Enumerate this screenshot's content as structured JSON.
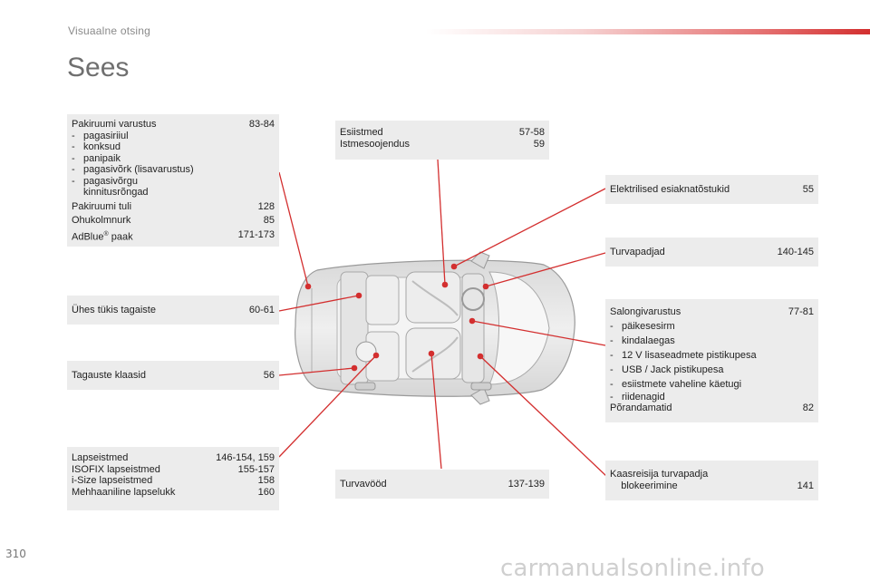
{
  "header": {
    "section": "Visuaalne otsing"
  },
  "title": "Sees",
  "page_number": "310",
  "watermark": "carmanualsonline.info",
  "colors": {
    "accent": "#d32f2f",
    "box_bg": "#ececec",
    "title": "#6f6f6f"
  },
  "boxes": {
    "pakiruumi": {
      "rows": [
        {
          "text": "Pakiruumi varustus",
          "pages": "83-84"
        }
      ],
      "subitems": [
        "pagasiriiul",
        "konksud",
        "panipaik",
        "pagasivõrk (lisavarustus)",
        "pagasivõrgu\nkinnitusrõngad"
      ],
      "rows2": [
        {
          "text": "Pakiruumi tuli",
          "pages": "128"
        },
        {
          "text": "Ohukolmnurk",
          "pages": "85"
        },
        {
          "text": "AdBlue",
          "pages": "171-173",
          "sup": "®",
          "suffix": " paak"
        }
      ]
    },
    "tagaiste": {
      "text": "Ühes tükis tagaiste",
      "pages": "60-61"
    },
    "klaasid": {
      "text": "Tagauste klaasid",
      "pages": "56"
    },
    "lapseistmed": {
      "rows": [
        {
          "text": "Lapseistmed",
          "pages": "146-154, 159"
        },
        {
          "text": "ISOFIX lapseistmed",
          "pages": "155-157"
        },
        {
          "text": "i-Size lapseistmed",
          "pages": "158"
        },
        {
          "text": "Mehhaaniline lapselukk",
          "pages": "160"
        }
      ]
    },
    "esiistmed": {
      "rows": [
        {
          "text": "Esiistmed",
          "pages": "57-58"
        },
        {
          "text": "Istmesoojendus",
          "pages": "59"
        }
      ]
    },
    "turvavood": {
      "text": "Turvavööd",
      "pages": "137-139"
    },
    "elektrilised": {
      "text": "Elektrilised esiaknatõstukid",
      "pages": "55"
    },
    "turvapadjad": {
      "text": "Turvapadjad",
      "pages": "140-145"
    },
    "salongivarustus": {
      "head": {
        "text": "Salongivarustus",
        "pages": "77-81"
      },
      "subitems": [
        "päikesesirm",
        "kindalaegas",
        "12 V lisaseadmete pistikupesa",
        "USB / Jack pistikupesa",
        "esiistmete vaheline käetugi",
        "riidenagid"
      ],
      "tail": {
        "text": "Põrandamatid",
        "pages": "82"
      }
    },
    "kaasreisija": {
      "text": "Kaasreisija turvapadja\n    blokeerimine",
      "pages": "141"
    }
  }
}
